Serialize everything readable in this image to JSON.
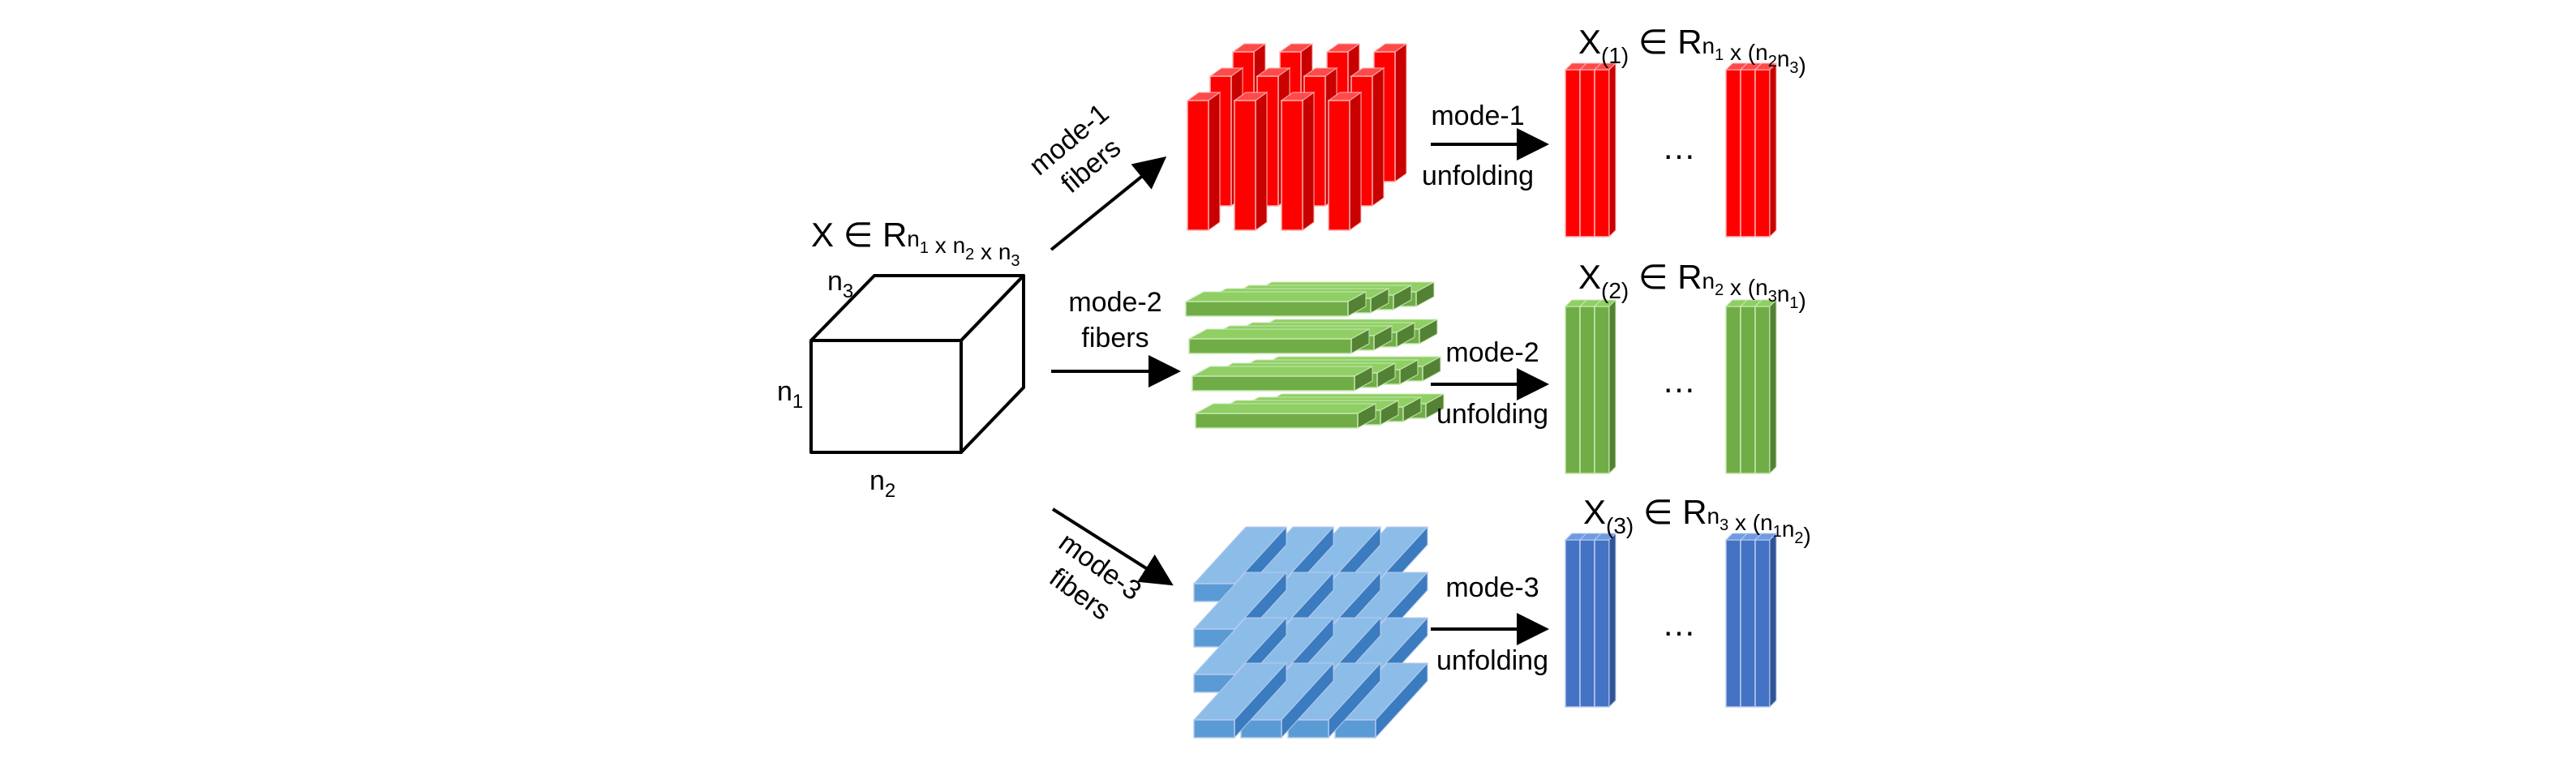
{
  "tensor": {
    "symbol": "X",
    "elem": "∈",
    "field": "R",
    "sup": [
      {
        "t": "n"
      },
      {
        "t": "1",
        "s": 1
      },
      {
        "t": " x "
      },
      {
        "t": "n"
      },
      {
        "t": "2",
        "s": 1
      },
      {
        "t": " x "
      },
      {
        "t": "n"
      },
      {
        "t": "3",
        "s": 1
      }
    ],
    "dims": {
      "n1": {
        "b": "n",
        "s": "1"
      },
      "n2": {
        "b": "n",
        "s": "2"
      },
      "n3": {
        "b": "n",
        "s": "3"
      }
    }
  },
  "rows": [
    {
      "fibers_line1": "mode-1",
      "fibers_line2": "fibers",
      "unfold_line1": "mode-1",
      "unfold_line2": "unfolding",
      "dots": "…",
      "matrix": {
        "symbol": "X",
        "sub": "(1)",
        "elem": "∈",
        "field": "R",
        "sup": [
          {
            "t": "n"
          },
          {
            "t": "1",
            "s": 1
          },
          {
            "t": " x ("
          },
          {
            "t": "n"
          },
          {
            "t": "2",
            "s": 1
          },
          {
            "t": "n"
          },
          {
            "t": "3",
            "s": 1
          },
          {
            "t": ")"
          }
        ]
      },
      "colors": {
        "front": "#ff0000",
        "side": "#c80000",
        "top": "#ff4a4a",
        "edge": "#ffb3b3"
      }
    },
    {
      "fibers_line1": "mode-2",
      "fibers_line2": "fibers",
      "unfold_line1": "mode-2",
      "unfold_line2": "unfolding",
      "dots": "…",
      "matrix": {
        "symbol": "X",
        "sub": "(2)",
        "elem": "∈",
        "field": "R",
        "sup": [
          {
            "t": "n"
          },
          {
            "t": "2",
            "s": 1
          },
          {
            "t": " x ("
          },
          {
            "t": "n"
          },
          {
            "t": "3",
            "s": 1
          },
          {
            "t": "n"
          },
          {
            "t": "1",
            "s": 1
          },
          {
            "t": ")"
          }
        ]
      },
      "colors": {
        "front": "#70ad47",
        "side": "#548235",
        "top": "#8fcf63",
        "edge": "#c9e8b4"
      }
    },
    {
      "fibers_line1": "mode-3",
      "fibers_line2": "fibers",
      "unfold_line1": "mode-3",
      "unfold_line2": "unfolding",
      "dots": "…",
      "matrix": {
        "symbol": "X",
        "sub": "(3)",
        "elem": "∈",
        "field": "R",
        "sup": [
          {
            "t": "n"
          },
          {
            "t": "3",
            "s": 1
          },
          {
            "t": " x ("
          },
          {
            "t": "n"
          },
          {
            "t": "1",
            "s": 1
          },
          {
            "t": "n"
          },
          {
            "t": "2",
            "s": 1
          },
          {
            "t": ")"
          }
        ]
      },
      "colors": {
        "front": "#4472c4",
        "side": "#2f5597",
        "top": "#6f9be0",
        "edge": "#b7cbee",
        "fiber_front": "#5b9bd5",
        "fiber_side": "#3b7bbf",
        "fiber_top": "#8cbde8"
      }
    }
  ]
}
